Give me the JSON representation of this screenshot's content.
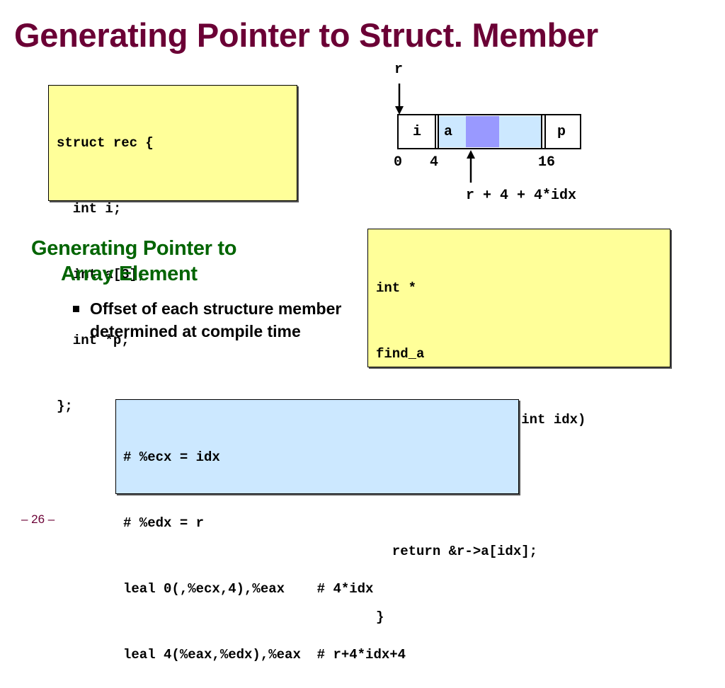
{
  "title": "Generating Pointer to Struct. Member",
  "struct_code": [
    "struct rec {",
    "  int i;",
    "  int a[3];",
    "  int *p;",
    "};"
  ],
  "diagram": {
    "pointer_label": "r",
    "cells": {
      "i": "i",
      "a": "a",
      "p": "p"
    },
    "offsets": {
      "zero": "0",
      "four": "4",
      "sixteen": "16"
    },
    "address_label": "r + 4 + 4*idx",
    "colors": {
      "highlight": "#9999ff",
      "array": "#cce8ff",
      "arrow": "#000000"
    }
  },
  "heading": {
    "line1": "Generating Pointer to",
    "line2": "Array Element"
  },
  "bullet": "Offset of each structure member determined at compile time",
  "func_code": [
    "int *",
    "find_a",
    "  (struct rec *r, int idx)",
    "{",
    "  return &r->a[idx];",
    "}"
  ],
  "asm_code": [
    "# %ecx = idx",
    "# %edx = r",
    "leal 0(,%ecx,4),%eax    # 4*idx",
    "leal 4(%eax,%edx),%eax  # r+4*idx+4"
  ],
  "footer": "– 26 –",
  "colors": {
    "title": "#6b0035",
    "heading": "#006400",
    "yellow_box": "#ffff99",
    "blue_box": "#cce8ff"
  }
}
